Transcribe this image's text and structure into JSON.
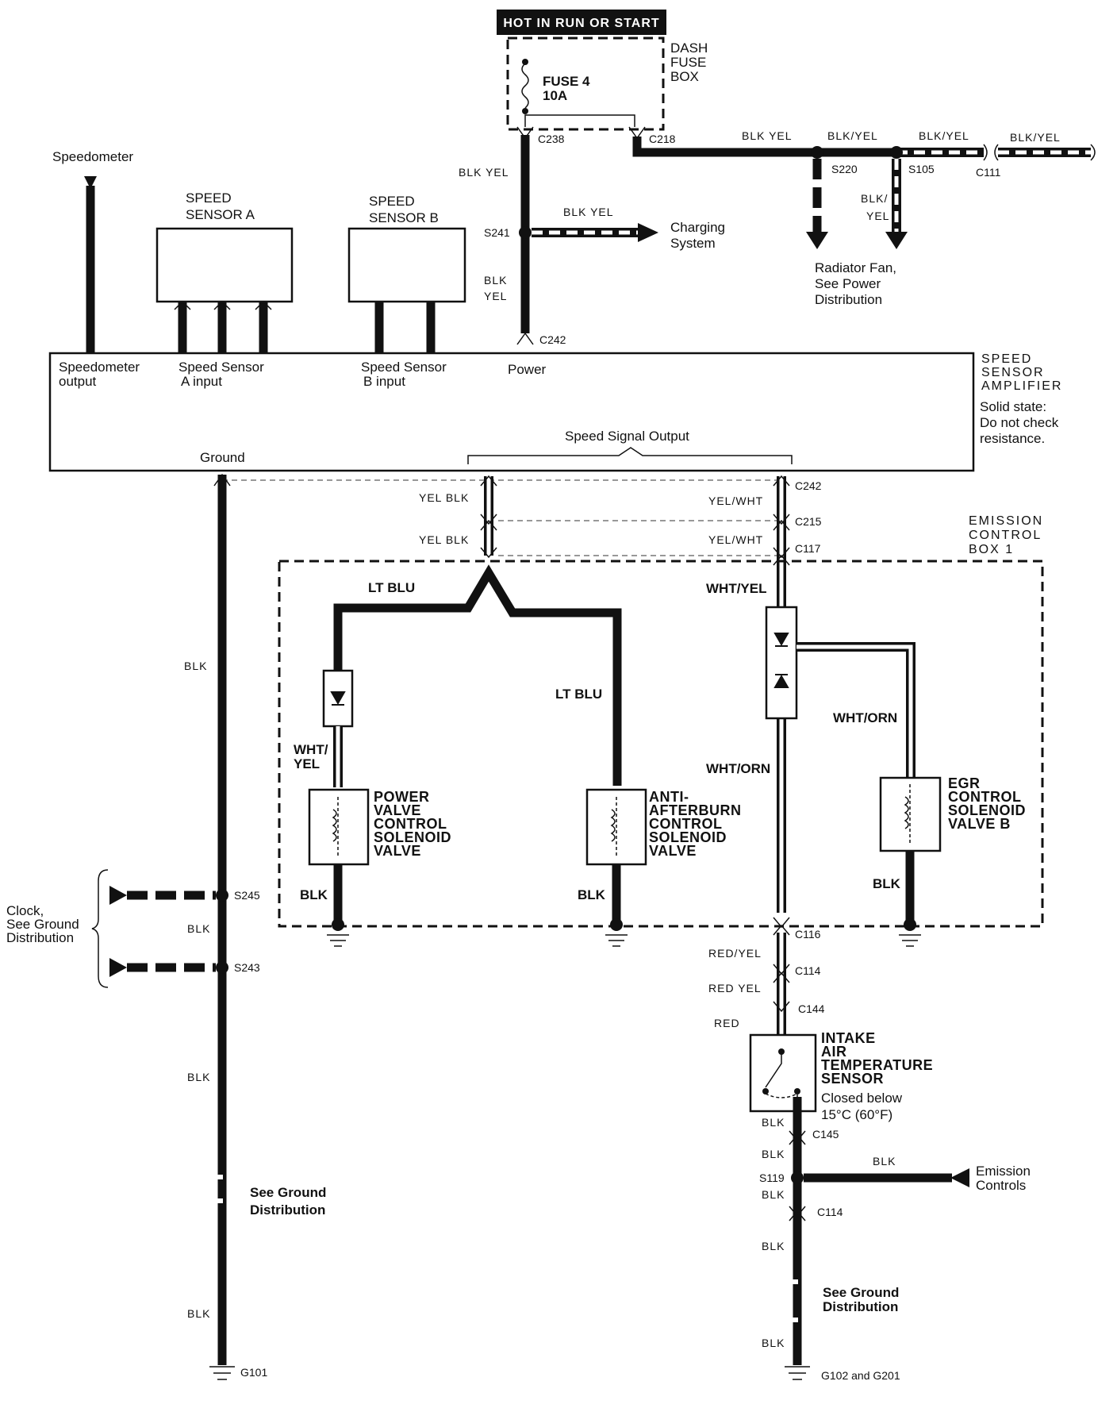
{
  "header": {
    "supply": "HOT IN RUN OR START"
  },
  "fuse_box": {
    "title": [
      "DASH",
      "FUSE",
      "BOX"
    ],
    "fuse_name": "FUSE 4",
    "fuse_rating": "10A"
  },
  "connectors": {
    "c238": "C238",
    "c218": "C218",
    "s220": "S220",
    "s105": "S105",
    "c111": "C111",
    "s241": "S241",
    "c242_top": "C242",
    "c242_out": "C242",
    "c215": "C215",
    "c117": "C117",
    "c116": "C116",
    "c114_a": "C114",
    "c144": "C144",
    "c145": "C145",
    "s119": "S119",
    "c114_b": "C114",
    "s245": "S245",
    "s243": "S243",
    "g101": "G101",
    "g102": "G102 and G201"
  },
  "wires": {
    "blk_yel_1": "BLK YEL",
    "blk_yel_2": "BLK/YEL",
    "blk_yel_3": "BLK/YEL",
    "blk_yel_4": "BLK/YEL",
    "blk_yel_vert": "BLK YEL",
    "blk_yel_charging": "BLK YEL",
    "blk_yel_split": [
      "BLK",
      "YEL"
    ],
    "blk_yel_s105": [
      "BLK/",
      "YEL"
    ],
    "yel_blk_1": "YEL BLK",
    "yel_blk_2": "YEL BLK",
    "yel_wht_1": "YEL/WHT",
    "yel_wht_2": "YEL/WHT",
    "lt_blu_1": "LT BLU",
    "lt_blu_2": "LT BLU",
    "wht_yel_1": "WHT/YEL",
    "wht_yel_2": [
      "WHT/",
      "YEL"
    ],
    "wht_orn_1": "WHT/ORN",
    "wht_orn_2": "WHT/ORN",
    "blk_pv": "BLK",
    "blk_aa": "BLK",
    "blk_egr": "BLK",
    "blk_gnd_1": "BLK",
    "blk_gnd_2": "BLK",
    "blk_gnd_3": "BLK",
    "blk_gnd_4": "BLK",
    "red_yel_1": "RED/YEL",
    "red_yel_2": "RED YEL",
    "red": "RED",
    "blk_r1": "BLK",
    "blk_r2": "BLK",
    "blk_r3": "BLK",
    "blk_r4": "BLK",
    "blk_r5": "BLK",
    "blk_emis": "BLK"
  },
  "labels": {
    "speedometer": "Speedometer",
    "sensor_a": [
      "SPEED",
      "SENSOR A"
    ],
    "sensor_b": [
      "SPEED",
      "SENSOR B"
    ],
    "charging": [
      "Charging",
      "System"
    ],
    "radiator": [
      "Radiator Fan,",
      "See Power",
      "Distribution"
    ],
    "clock": [
      "Clock,",
      "See Ground",
      "Distribution"
    ],
    "ground_dist_left": [
      "See Ground",
      "Distribution"
    ],
    "ground_dist_right": [
      "See Ground",
      "Distribution"
    ],
    "emission_controls": [
      "Emission",
      "Controls"
    ]
  },
  "amplifier": {
    "title": [
      "SPEED",
      "SENSOR",
      "AMPLIFIER"
    ],
    "note": [
      "Solid state:",
      "Do not check",
      "resistance."
    ],
    "pins": {
      "speedo_out": [
        "Speedometer",
        "output"
      ],
      "sensor_a_in": [
        "Speed Sensor",
        "A input"
      ],
      "sensor_b_in": [
        "Speed Sensor",
        "B input"
      ],
      "power": "Power",
      "ground": "Ground",
      "signal_out": "Speed Signal Output"
    }
  },
  "emission_box": {
    "title": [
      "EMISSION",
      "CONTROL",
      "BOX 1"
    ]
  },
  "components": {
    "power_valve": [
      "POWER",
      "VALVE",
      "CONTROL",
      "SOLENOID",
      "VALVE"
    ],
    "anti_afterburn": [
      "ANTI-",
      "AFTERBURN",
      "CONTROL",
      "SOLENOID",
      "VALVE"
    ],
    "egr": [
      "EGR",
      "CONTROL",
      "SOLENOID",
      "VALVE B"
    ],
    "iat_sensor": [
      "INTAKE",
      "AIR",
      "TEMPERATURE",
      "SENSOR"
    ],
    "iat_note": [
      "Closed below",
      "15°C (60°F)"
    ]
  }
}
